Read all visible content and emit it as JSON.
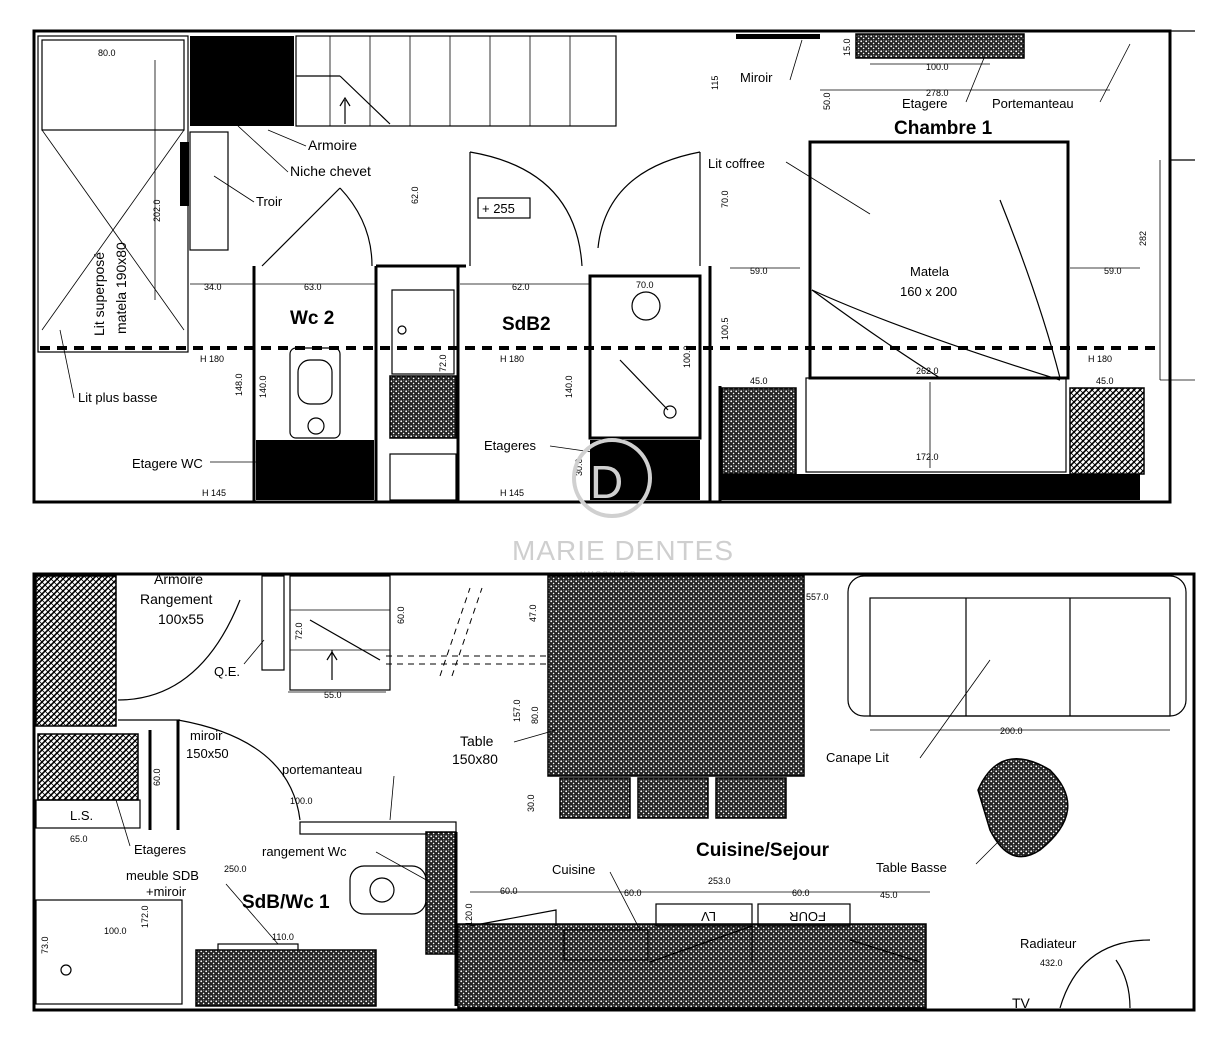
{
  "upper_floor": {
    "rooms": {
      "wc2": "Wc 2",
      "sdb2": "SdB2",
      "chambre1": "Chambre 1"
    },
    "labels": {
      "armoire": "Armoire",
      "niche_chevet": "Niche chevet",
      "tiroir": "Troir",
      "lit_superpose": "Lit superposé",
      "matelas_190": "matela 190x80",
      "lit_plus_basse": "Lit plus basse",
      "etagere_wc": "Etagere WC",
      "etageres": "Etageres",
      "miroir": "Miroir",
      "etagere": "Etagere",
      "portemanteau": "Portemanteau",
      "lit_coffre": "Lit coffree",
      "matelas": "Matela",
      "matelas_size": "160 x 200",
      "level": "+ 255"
    },
    "dimensions": {
      "d80": "80.0",
      "d202": "202.0",
      "d34": "34.0",
      "d63": "63.0",
      "d62": "62.0",
      "d62b": "62.0",
      "d140a": "140.0",
      "d140b": "140.0",
      "d148": "148.0",
      "d72": "72.0",
      "d70": "70.0",
      "d100": "100.0",
      "d1005": "100.5",
      "d59a": "59.0",
      "d59b": "59.0",
      "d262": "262.0",
      "d45a": "45.0",
      "d45b": "45.0",
      "d172": "172.0",
      "d278": "278.0",
      "d100b": "100.0",
      "d50": "50.0",
      "d15": "15.0",
      "d282": "282",
      "d115": "115",
      "d70b": "70.0",
      "d30": "30.0",
      "h180a": "H 180",
      "h180b": "H 180",
      "h180c": "H 180",
      "h145a": "H 145",
      "h145b": "H 145",
      "h145c": "H 145"
    }
  },
  "lower_floor": {
    "rooms": {
      "cuisine_sejour": "Cuisine/Sejour",
      "sdb_wc1": "SdB/Wc 1"
    },
    "labels": {
      "armoire": "Armoire",
      "rangement": "Rangement",
      "armoire_size": "100x55",
      "qe": "Q.E.",
      "miroir": "miroir",
      "miroir_size": "150x50",
      "portemanteau": "portemanteau",
      "table": "Table",
      "table_size": "150x80",
      "canape_lit": "Canape Lit",
      "table_basse": "Table Basse",
      "ls": "L.S.",
      "etageres": "Etageres",
      "rangement_wc": "rangement Wc",
      "meuble_sdb": "meuble SDB",
      "miroir_plus": "+miroir",
      "cuisine": "Cuisine",
      "four": "FOUR",
      "lv": "LV",
      "radiateur": "Radiateur",
      "tv": "TV"
    },
    "dimensions": {
      "d72": "72.0",
      "d55": "55.0",
      "d60": "60.0",
      "d47": "47.0",
      "d157": "157.0",
      "d80": "80.0",
      "d30": "30.0",
      "d557": "557.0",
      "d200": "200.0",
      "d100": "100.0",
      "d65": "65.0",
      "d60b": "60.0",
      "d120": "120.0",
      "d100b": "100.0",
      "d172": "172.0",
      "d73": "73.0",
      "d110": "110.0",
      "d250": "250.0",
      "d60c": "60.0",
      "d60d": "60.0",
      "d60e": "60.0",
      "d2535": "253.0",
      "d45": "45.0",
      "d432": "432.0"
    }
  },
  "watermark": {
    "name": "MARIE DENTES",
    "tagline": "IMMOBILIER"
  }
}
